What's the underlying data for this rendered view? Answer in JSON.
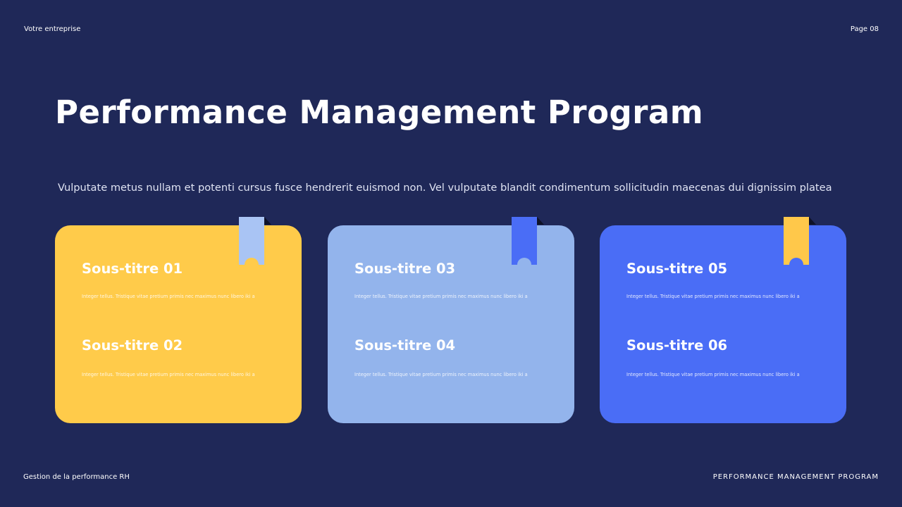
{
  "header": {
    "company": "Votre entreprise",
    "page": "Page 08"
  },
  "title": "Performance Management Program",
  "intro": "Vulputate metus nullam et potenti cursus fusce hendrerit euismod non. Vel vulputate blandit condimentum sollicitudin maecenas dui dignissim platea",
  "cards": [
    {
      "color": "#ffcb4a",
      "ribbon_color": "#a9c4f4",
      "items": [
        {
          "subtitle": "Sous-titre 01",
          "text": "Integer tellus. Tristique vitae pretium primis nec maximus nunc libero iki a"
        },
        {
          "subtitle": "Sous-titre 02",
          "text": "Integer tellus. Tristique vitae pretium primis nec maximus nunc libero iki a"
        }
      ]
    },
    {
      "color": "#93b4ec",
      "ribbon_color": "#4a6df6",
      "items": [
        {
          "subtitle": "Sous-titre 03",
          "text": "Integer tellus. Tristique vitae pretium primis nec maximus nunc libero iki a"
        },
        {
          "subtitle": "Sous-titre 04",
          "text": "Integer tellus. Tristique vitae pretium primis nec maximus nunc libero iki a"
        }
      ]
    },
    {
      "color": "#4a6df6",
      "ribbon_color": "#ffc84a",
      "items": [
        {
          "subtitle": "Sous-titre 05",
          "text": "Integer tellus. Tristique vitae pretium primis nec maximus nunc libero iki a"
        },
        {
          "subtitle": "Sous-titre 06",
          "text": "Integer tellus. Tristique vitae pretium primis nec maximus nunc libero iki a"
        }
      ]
    }
  ],
  "footer": {
    "left": "Gestion de la performance RH",
    "right": "PERFORMANCE MANAGEMENT PROGRAM"
  }
}
